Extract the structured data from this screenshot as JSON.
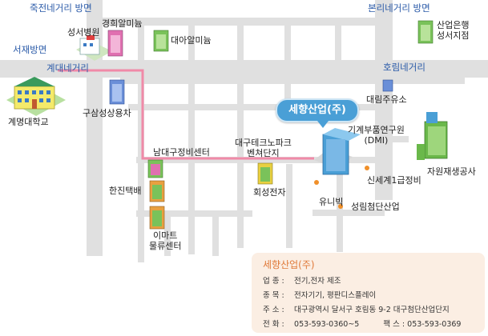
{
  "directions": {
    "jukjeon": "죽전네거리 방면",
    "bonri": "본리네거리 방면",
    "seojae": "서재방면",
    "gyedae": "계대네거리",
    "horim": "호림네거리"
  },
  "landmarks": {
    "seongseo_hospital": "성서병원",
    "gyeonghoe": "경희알미늄",
    "daea": "대아알미늄",
    "sanup_bank": "산업은행\n성서지점",
    "keimyung": "계명대학교",
    "gusam": "구삼성상용차",
    "daerim": "대림주유소",
    "machinery": "기계부품연구원\n(DMI)",
    "recycle": "자원재생공사",
    "namdae": "남대구정비센터",
    "technopark": "대구테크노파크\n벤쳐단지",
    "hoeseong": "회성전자",
    "hanjin": "한진택배",
    "emart": "이마트\n물류센터",
    "unibig": "유니빅",
    "sinsegye": "신세계1급정비",
    "seongrim": "성림첨단산업"
  },
  "callout": "세향산업(주)",
  "info": {
    "title": "세향산업(주)",
    "rows": [
      {
        "key": "업 종 :",
        "val": "전기,전자 제조"
      },
      {
        "key": "종 목 :",
        "val": "전자기기, 평판디스플레이"
      },
      {
        "key": "주 소 :",
        "val": "대구광역시 달서구 호림동 9-2 대구첨단산업단지"
      },
      {
        "key": "전 화 :",
        "val": "053-593-0360~5",
        "fax_label": "팩 스 :",
        "fax": "053-593-0369"
      }
    ]
  },
  "colors": {
    "road": "#e0e0e0",
    "route": "#f08aa8",
    "label_blue": "#2a5aa8",
    "callout": "#4a9fd6",
    "info_bg": "#fbeee3",
    "info_title": "#e07a3a"
  }
}
